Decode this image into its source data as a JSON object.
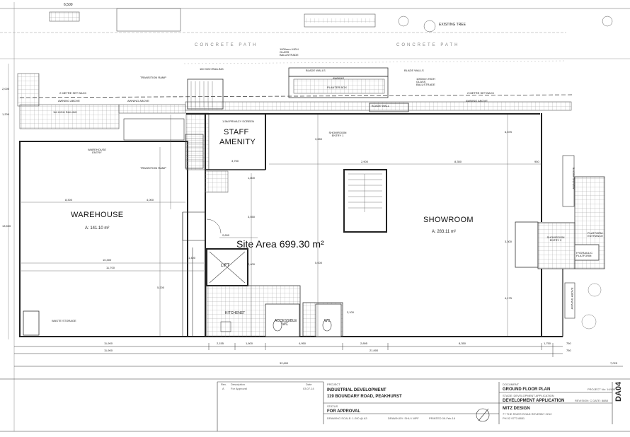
{
  "rooms": {
    "warehouse": {
      "name": "WAREHOUSE",
      "area": "A: 141.10 m²",
      "entry": "WAREHOUSE ENTRY"
    },
    "staff": {
      "name1": "STAFF",
      "name2": "AMENITY"
    },
    "showroom": {
      "name": "SHOWROOM",
      "area": "A: 283.11 m²",
      "entry1": "SHOWROOM ENTRY 1",
      "entry2": "SHOWROOM ENTRY 2"
    },
    "lift": "LIFT",
    "kitchenet": "KITCHENET",
    "accessible_wc": "ACCESSIBLE WC",
    "wc": "WC",
    "waste_storage": "WASTE STORAGE",
    "hydraulic": "HYDRAULIC PLATFORM",
    "platform_entrance": "PLATFORM ENTRANCE"
  },
  "site_area": "Site Area 699.30 m²",
  "notes": {
    "concrete_path": "CONCRETE PATH",
    "existing_tree": "EXISTING TREE",
    "railing": "1M HIGH RAILING",
    "glass_left": "1000mm HIGH GLASS BALUSTRADE",
    "glass_right": "1000mm HIGH GLASS BALUSTRADE",
    "blade_walls": "BLADE WALLS",
    "awning": "AWNING",
    "planter_box": "PLANTER BOX",
    "awning_above": "AWNING ABOVE",
    "setback": "2 METRE SET BACK",
    "privacy_screen": "1.5M PRIVACY SCREEN",
    "blade_wall": "BLADE WALL",
    "transition_ramp": "TRANSITION RAMP",
    "awning_above_vert": "AWNING ABOVE"
  },
  "dims": {
    "top": "6,500",
    "warehouse_w": "8,300",
    "warehouse_w2": "4,000",
    "d10300": "10,300",
    "d11700": "11,700",
    "d2600": "2,600",
    "d1400": "1,400",
    "d3750": "3,750",
    "d2900": "2,900",
    "d8350": "8,350",
    "d950": "950",
    "d6875": "6,875",
    "d5000": "5,000",
    "d4175": "4,175",
    "d3300": "3,300",
    "d3100": "3,100",
    "d1800": "1,800",
    "d2400": "2,400",
    "d3550": "3,550",
    "d3650": "3,650",
    "d5200": "5,200",
    "d13500": "13,500",
    "d2000": "2,000",
    "d1200": "1,200",
    "row1": [
      "11,900",
      "2,155",
      "1,600",
      "4,950",
      "2,895",
      "8,350",
      "1,750",
      "750"
    ],
    "row2": [
      "11,900",
      "21,900",
      "750"
    ],
    "row3": [
      "32,600",
      "7,025"
    ]
  },
  "title_block": {
    "rev_hdr": "Rev.",
    "desc_hdr": "Description",
    "date_hdr": "Date",
    "rev": "A",
    "desc": "For Approval",
    "date": "03.07.14",
    "project_lbl": "PROJECT",
    "project1": "INDUSTRIAL DEVELOPMENT",
    "project2": "119 BOUNDARY ROAD, PEAKHURST",
    "status_lbl": "STATUS",
    "status": "FOR APPROVAL",
    "scale": "DRAWING SCALE:   1:200 @ A3",
    "drawn": "DRAWN BY:  SHU / MPF",
    "printed": "PRINTED 09-Feb-16",
    "doc_lbl": "DOCUMENT",
    "doc": "GROUND FLOOR PLAN",
    "proj_no": "PROJECT No: 14/455",
    "stage_lbl": "STAGE: DEVELOPMENT APPLICATION",
    "stage": "DEVELOPMENT APPLICATION",
    "revision": "REVISION: C   DATE: 8888",
    "firm": "MITZ DESIGN",
    "addr1": "77 THE RIVER ROAD REVESBY 2212",
    "addr2": "PH 02 9773 8851",
    "sheet": "DA04"
  }
}
